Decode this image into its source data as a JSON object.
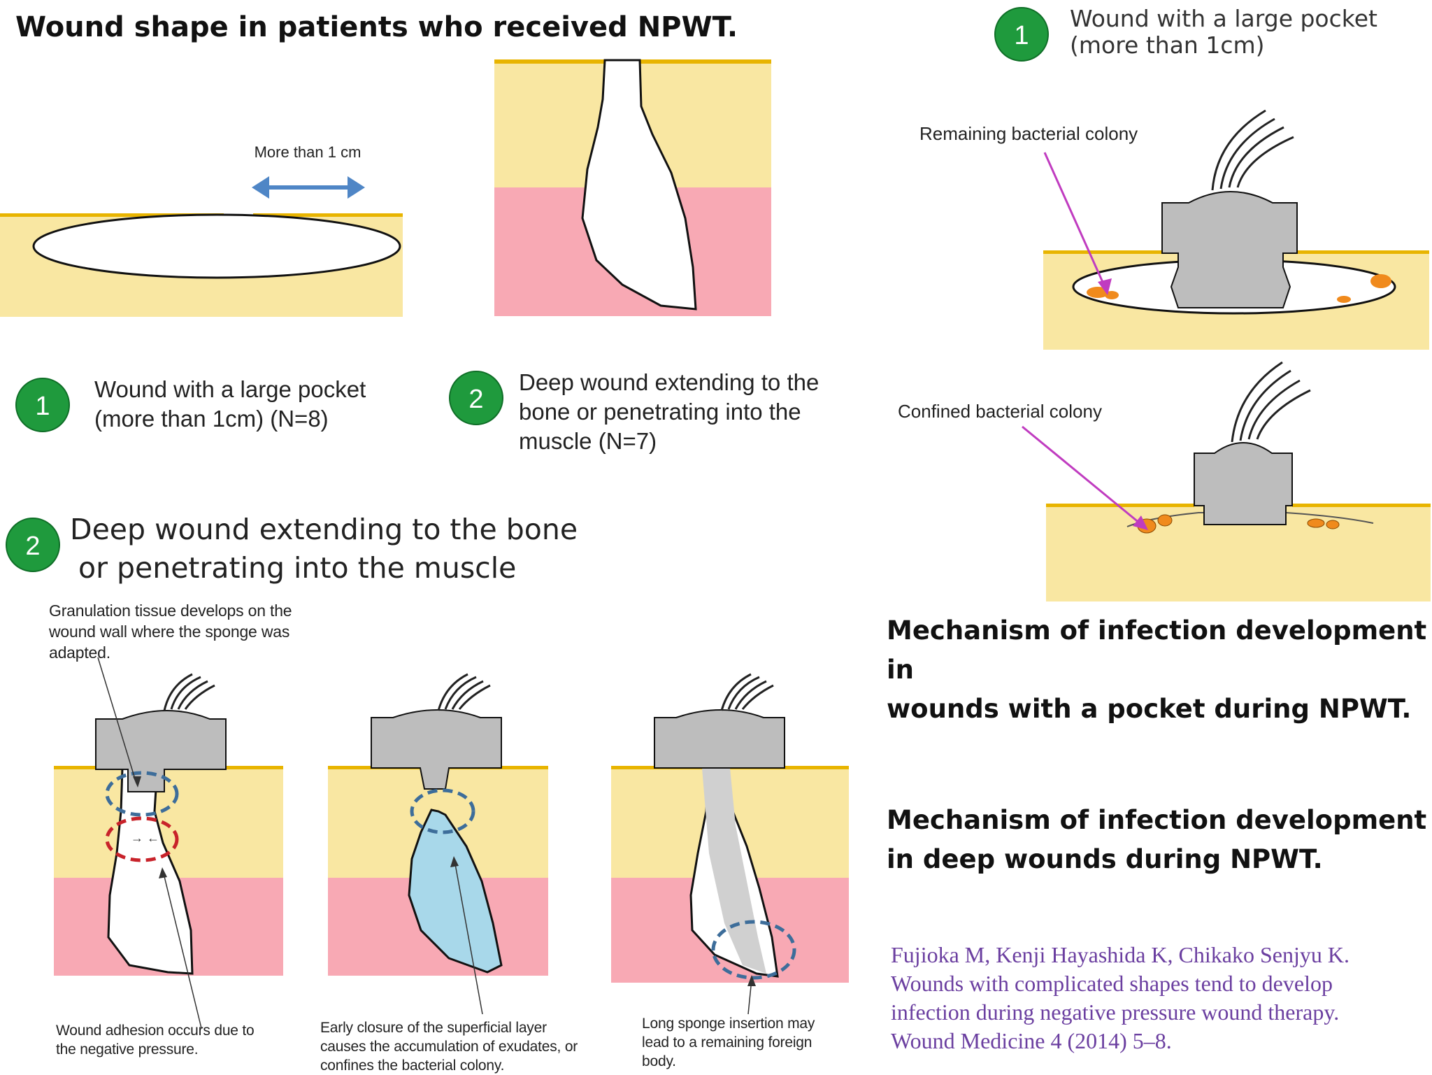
{
  "title": "Wound shape in patients who received NPWT.",
  "types": {
    "t1_number": "1",
    "t1_label_line1": "Wound with a large pocket",
    "t1_label_line2": "(more than 1cm) (N=8)",
    "t2_number": "2",
    "t2_label_line1": "Deep wound extending to the",
    "t2_label_line2": "bone or penetrating into the",
    "t2_label_line3": "muscle (N=7)",
    "arrow_label": "More than 1 cm"
  },
  "pocket_panel": {
    "number": "1",
    "title_line1": "Wound with a large pocket",
    "title_line2": "(more than 1cm)",
    "remaining_label": "Remaining bacterial colony",
    "confined_label": "Confined bacterial colony"
  },
  "mechanism_pocket_line1": "Mechanism of infection development in",
  "mechanism_pocket_line2": "wounds with a pocket during NPWT.",
  "mechanism_deep_line1": "Mechanism of infection development",
  "mechanism_deep_line2": "in deep wounds during NPWT.",
  "deep_section": {
    "number": "2",
    "title_line1": "Deep wound extending to the bone",
    "title_line2": "or penetrating into the muscle",
    "granulation_line1": "Granulation tissue develops on the",
    "granulation_line2": "wound wall where the sponge was",
    "granulation_line3": "adapted.",
    "cap1_line1": "Wound adhesion occurs due to",
    "cap1_line2": "the  negative pressure.",
    "cap2_line1": "Early closure of  the superficial layer",
    "cap2_line2": "causes the accumulation of exudates, or",
    "cap2_line3": "confines the bacterial colony.",
    "cap3_line1": "Long sponge insertion may",
    "cap3_line2": "lead to a remaining foreign",
    "cap3_line3": "body."
  },
  "citation": {
    "line1": "Fujioka M, Kenji Hayashida K, Chikako Senjyu K.",
    "line2": "Wounds with complicated shapes tend to develop",
    "line3": "infection during negative pressure wound therapy.",
    "line4": "Wound Medicine 4 (2014) 5–8."
  },
  "colors": {
    "skin_yellow": "#f9e7a2",
    "muscle_pink": "#f8a9b4",
    "skin_edge": "#e8b400",
    "badge_green": "#1f9a3d",
    "sponge_gray": "#bdbdbd",
    "exudate_blue": "#a8d8ea",
    "colony_orange": "#f08a1c",
    "pointer_magenta": "#c03cc0",
    "ring_blue": "#3d6d9a",
    "ring_red": "#c8222a",
    "citation_purple": "#6b3fa0"
  }
}
